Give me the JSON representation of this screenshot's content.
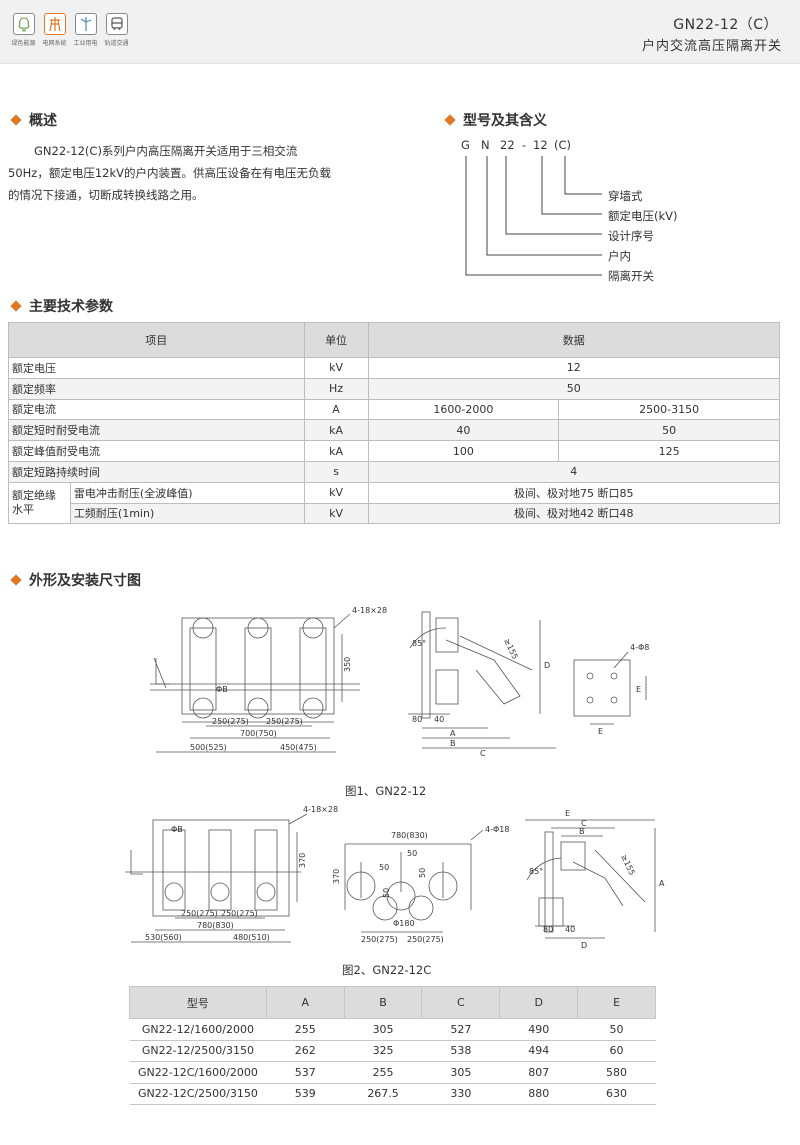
{
  "header": {
    "categories": [
      {
        "label": "绿色能源",
        "icon": "tree-icon"
      },
      {
        "label": "电网系统",
        "icon": "power-grid-icon"
      },
      {
        "label": "工业用电",
        "icon": "wind-turbine-icon"
      },
      {
        "label": "轨道交通",
        "icon": "train-icon"
      }
    ],
    "model": "GN22-12（C）",
    "subtitle": "户内交流高压隔离开关"
  },
  "overview": {
    "title": "概述",
    "text": "GN22-12(C)系列户内高压隔离开关适用于三相交流50Hz，额定电压12kV的户内装置。供高压设备在有电压无负载的情况下接通，切断成转换线路之用。"
  },
  "model_meaning": {
    "title": "型号及其含义",
    "code_parts": [
      "G",
      "N",
      "22",
      "-",
      "12",
      "(C)"
    ],
    "items": [
      "穿墙式",
      "额定电压(kV)",
      "设计序号",
      "户内",
      "隔离开关"
    ]
  },
  "params": {
    "title": "主要技术参数",
    "headers": [
      "项目",
      "单位",
      "数据"
    ],
    "rows": [
      {
        "item": "额定电压",
        "unit": "kV",
        "value": "12"
      },
      {
        "item": "额定频率",
        "unit": "Hz",
        "value": "50"
      },
      {
        "item": "额定电流",
        "unit": "A",
        "v1": "1600-2000",
        "v2": "2500-3150"
      },
      {
        "item": "额定短时耐受电流",
        "unit": "kA",
        "v1": "40",
        "v2": "50"
      },
      {
        "item": "额定峰值耐受电流",
        "unit": "kA",
        "v1": "100",
        "v2": "125"
      },
      {
        "item": "额定短路持续时间",
        "unit": "s",
        "value": "4"
      }
    ],
    "insulation": {
      "group": "额定绝缘水平",
      "rows": [
        {
          "item": "雷电冲击耐压(全波峰值)",
          "unit": "kV",
          "value": "极间、极对地75   断口85"
        },
        {
          "item": "工频耐压(1min)",
          "unit": "kV",
          "value": "极间、极对地42   断口48"
        }
      ]
    }
  },
  "outline": {
    "title": "外形及安装尺寸图",
    "fig1_caption": "图1、GN22-12",
    "fig2_caption": "图2、GN22-12C",
    "fig1": {
      "holes": "4-18×28",
      "h350": "350",
      "p250a": "250(275)",
      "p250b": "250(275)",
      "w700": "700(750)",
      "w500": "500(525)",
      "w450": "450(475)",
      "phiB": "ΦB",
      "ang85": "85°",
      "r155": "≥155",
      "d80": "80",
      "d40": "40",
      "A": "A",
      "B": "B",
      "C": "C",
      "D": "D",
      "holes4": "4-Φ8",
      "E1": "E",
      "E2": "E"
    },
    "fig2": {
      "holes": "4-18×28",
      "h370": "370",
      "phiB": "ΦB",
      "p250a": "250(275)",
      "p250b": "250(275)",
      "w780": "780(830)",
      "w530": "530(560)",
      "w480": "480(510)",
      "top780": "780(830)",
      "phi18": "4-Φ18",
      "h370b": "370",
      "d50a": "50",
      "d50b": "50",
      "d50c": "50",
      "d50d": "50",
      "phi180": "Φ180",
      "b250a": "250(275)",
      "b250b": "250(275)",
      "E": "E",
      "C": "C",
      "B": "B",
      "ang85": "85°",
      "r155": "≥155",
      "A": "A",
      "d80": "80",
      "d40": "40",
      "D": "D"
    }
  },
  "dims": {
    "headers": [
      "型号",
      "A",
      "B",
      "C",
      "D",
      "E"
    ],
    "rows": [
      [
        "GN22-12/1600/2000",
        "255",
        "305",
        "527",
        "490",
        "50"
      ],
      [
        "GN22-12/2500/3150",
        "262",
        "325",
        "538",
        "494",
        "60"
      ],
      [
        "GN22-12C/1600/2000",
        "537",
        "255",
        "305",
        "807",
        "580"
      ],
      [
        "GN22-12C/2500/3150",
        "539",
        "267.5",
        "330",
        "880",
        "630"
      ]
    ]
  },
  "colors": {
    "accent": "#e07828",
    "header_bg": "#f1f1f1",
    "table_header": "#dcdcdc"
  }
}
